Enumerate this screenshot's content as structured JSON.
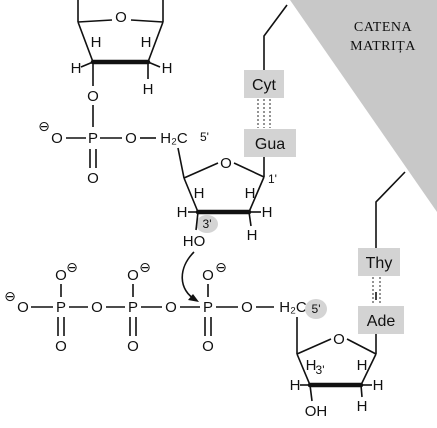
{
  "banner": {
    "line1": "CATENA",
    "line2": "MATRIȚA"
  },
  "bases": {
    "cyt": "Cyt",
    "gua": "Gua",
    "thy": "Thy",
    "ade": "Ade"
  },
  "atoms": {
    "oxygen": "O",
    "phosphorus": "P",
    "hydrogen": "H",
    "hydroxyl": "HO",
    "hydroxyl_end": "OH",
    "ch2": "H₂C",
    "negative_charge": "⊖"
  },
  "positions": {
    "five_prime": "5'",
    "three_prime": "3'",
    "one_prime": "1'"
  },
  "colors": {
    "banner": "#c8c8c8",
    "base_box": "#d3d3d3",
    "ink": "#111111"
  }
}
